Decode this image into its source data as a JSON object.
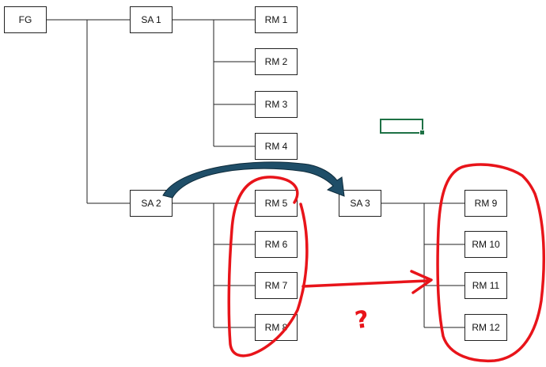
{
  "diagram": {
    "nodes": [
      {
        "id": "fg",
        "label": "FG"
      },
      {
        "id": "sa1",
        "label": "SA 1"
      },
      {
        "id": "sa2",
        "label": "SA 2"
      },
      {
        "id": "sa3",
        "label": "SA 3"
      },
      {
        "id": "rm1",
        "label": "RM 1"
      },
      {
        "id": "rm2",
        "label": "RM 2"
      },
      {
        "id": "rm3",
        "label": "RM 3"
      },
      {
        "id": "rm4",
        "label": "RM 4"
      },
      {
        "id": "rm5",
        "label": "RM 5"
      },
      {
        "id": "rm6",
        "label": "RM 6"
      },
      {
        "id": "rm7",
        "label": "RM 7"
      },
      {
        "id": "rm8",
        "label": "RM 8"
      },
      {
        "id": "rm9",
        "label": "RM 9"
      },
      {
        "id": "rm10",
        "label": "RM 10"
      },
      {
        "id": "rm11",
        "label": "RM 11"
      },
      {
        "id": "rm12",
        "label": "RM 12"
      }
    ],
    "edges": [
      {
        "from": "fg",
        "to": "sa1"
      },
      {
        "from": "fg",
        "to": "sa2"
      },
      {
        "from": "sa1",
        "to": "rm1"
      },
      {
        "from": "sa1",
        "to": "rm2"
      },
      {
        "from": "sa1",
        "to": "rm3"
      },
      {
        "from": "sa1",
        "to": "rm4"
      },
      {
        "from": "sa2",
        "to": "rm5"
      },
      {
        "from": "sa2",
        "to": "rm6"
      },
      {
        "from": "sa2",
        "to": "rm7"
      },
      {
        "from": "sa2",
        "to": "rm8"
      },
      {
        "from": "sa3",
        "to": "rm9"
      },
      {
        "from": "sa3",
        "to": "rm10"
      },
      {
        "from": "sa3",
        "to": "rm11"
      },
      {
        "from": "sa3",
        "to": "rm12"
      }
    ],
    "move_arrow": {
      "from": "sa2",
      "to": "sa3"
    },
    "annotations": {
      "question_mark": "?"
    }
  },
  "colors": {
    "line": "#222222",
    "arrow_fill": "#1f4e68",
    "arrow_stroke": "#0d2a3a",
    "annotation_red": "#e8141a",
    "selection_green": "#1e7145"
  }
}
